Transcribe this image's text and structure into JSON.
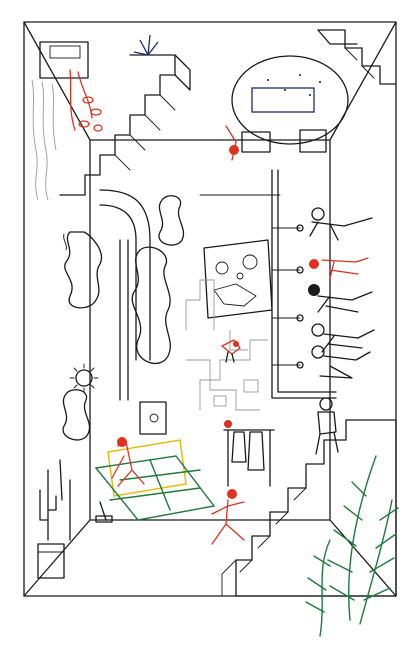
{
  "palette": {
    "ink": "#1a1a1a",
    "accent_red": "#e0301e",
    "accent_green": "#1e7a3a",
    "accent_navy": "#1f2a6b",
    "accent_yellow": "#e6b800",
    "light_grey": "#9a9a9a",
    "background": "#ffffff"
  },
  "elements": [
    "room-frame",
    "staircase-top-left",
    "staircase-top-right",
    "round-window",
    "wall-cabinet",
    "hanging-plant",
    "curved-duct",
    "cloud-pillows",
    "sun-lamp",
    "rail-pipe",
    "people-on-rail",
    "poster-board",
    "grey-map-floor",
    "red-bird",
    "climbing-person",
    "clothes-rack",
    "sofa-with-red-person",
    "running-red-person",
    "staircase-bottom",
    "green-plant",
    "cactus-pot"
  ]
}
